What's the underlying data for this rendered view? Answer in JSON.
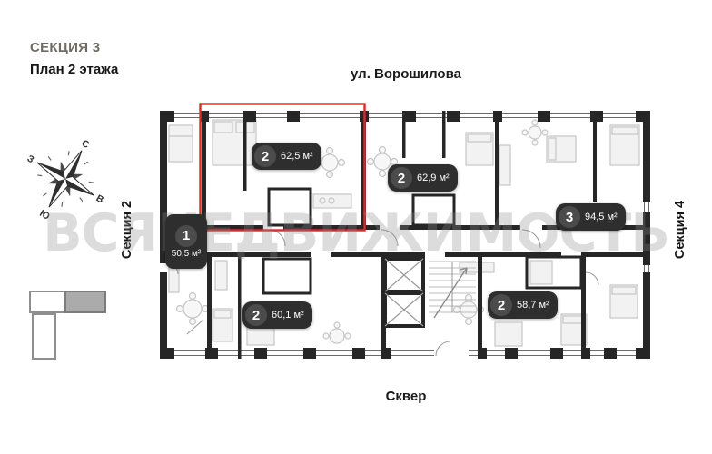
{
  "header": {
    "section_title": "СЕКЦИЯ 3",
    "floor_title": "План 2 этажа"
  },
  "surroundings": {
    "street_top": "ул. Ворошилова",
    "park_bottom": "Сквер",
    "section_left": "Секция 2",
    "section_right": "Секция 4"
  },
  "watermark": {
    "text": "ВСЯНЕДВИЖИМОСТЬ"
  },
  "compass": {
    "points": {
      "north": "С",
      "east": "В",
      "south": "Ю",
      "west": "З"
    }
  },
  "apartments": [
    {
      "rooms": "2",
      "area": "62,5 м²",
      "highlighted": true
    },
    {
      "rooms": "2",
      "area": "62,9 м²",
      "highlighted": false
    },
    {
      "rooms": "3",
      "area": "94,5 м²",
      "highlighted": false
    },
    {
      "rooms": "1",
      "area": "50,5 м²",
      "highlighted": false
    },
    {
      "rooms": "2",
      "area": "60,1 м²",
      "highlighted": false
    },
    {
      "rooms": "2",
      "area": "58,7 м²",
      "highlighted": false
    }
  ],
  "colors": {
    "highlight_red": "#d12f2a",
    "badge_background": "#2e2e2e",
    "badge_circle": "#4b4b4b",
    "wall_black": "#262626",
    "footprint_highlight_gray": "#ababab",
    "watermark_gray": "#8c8c8c"
  }
}
